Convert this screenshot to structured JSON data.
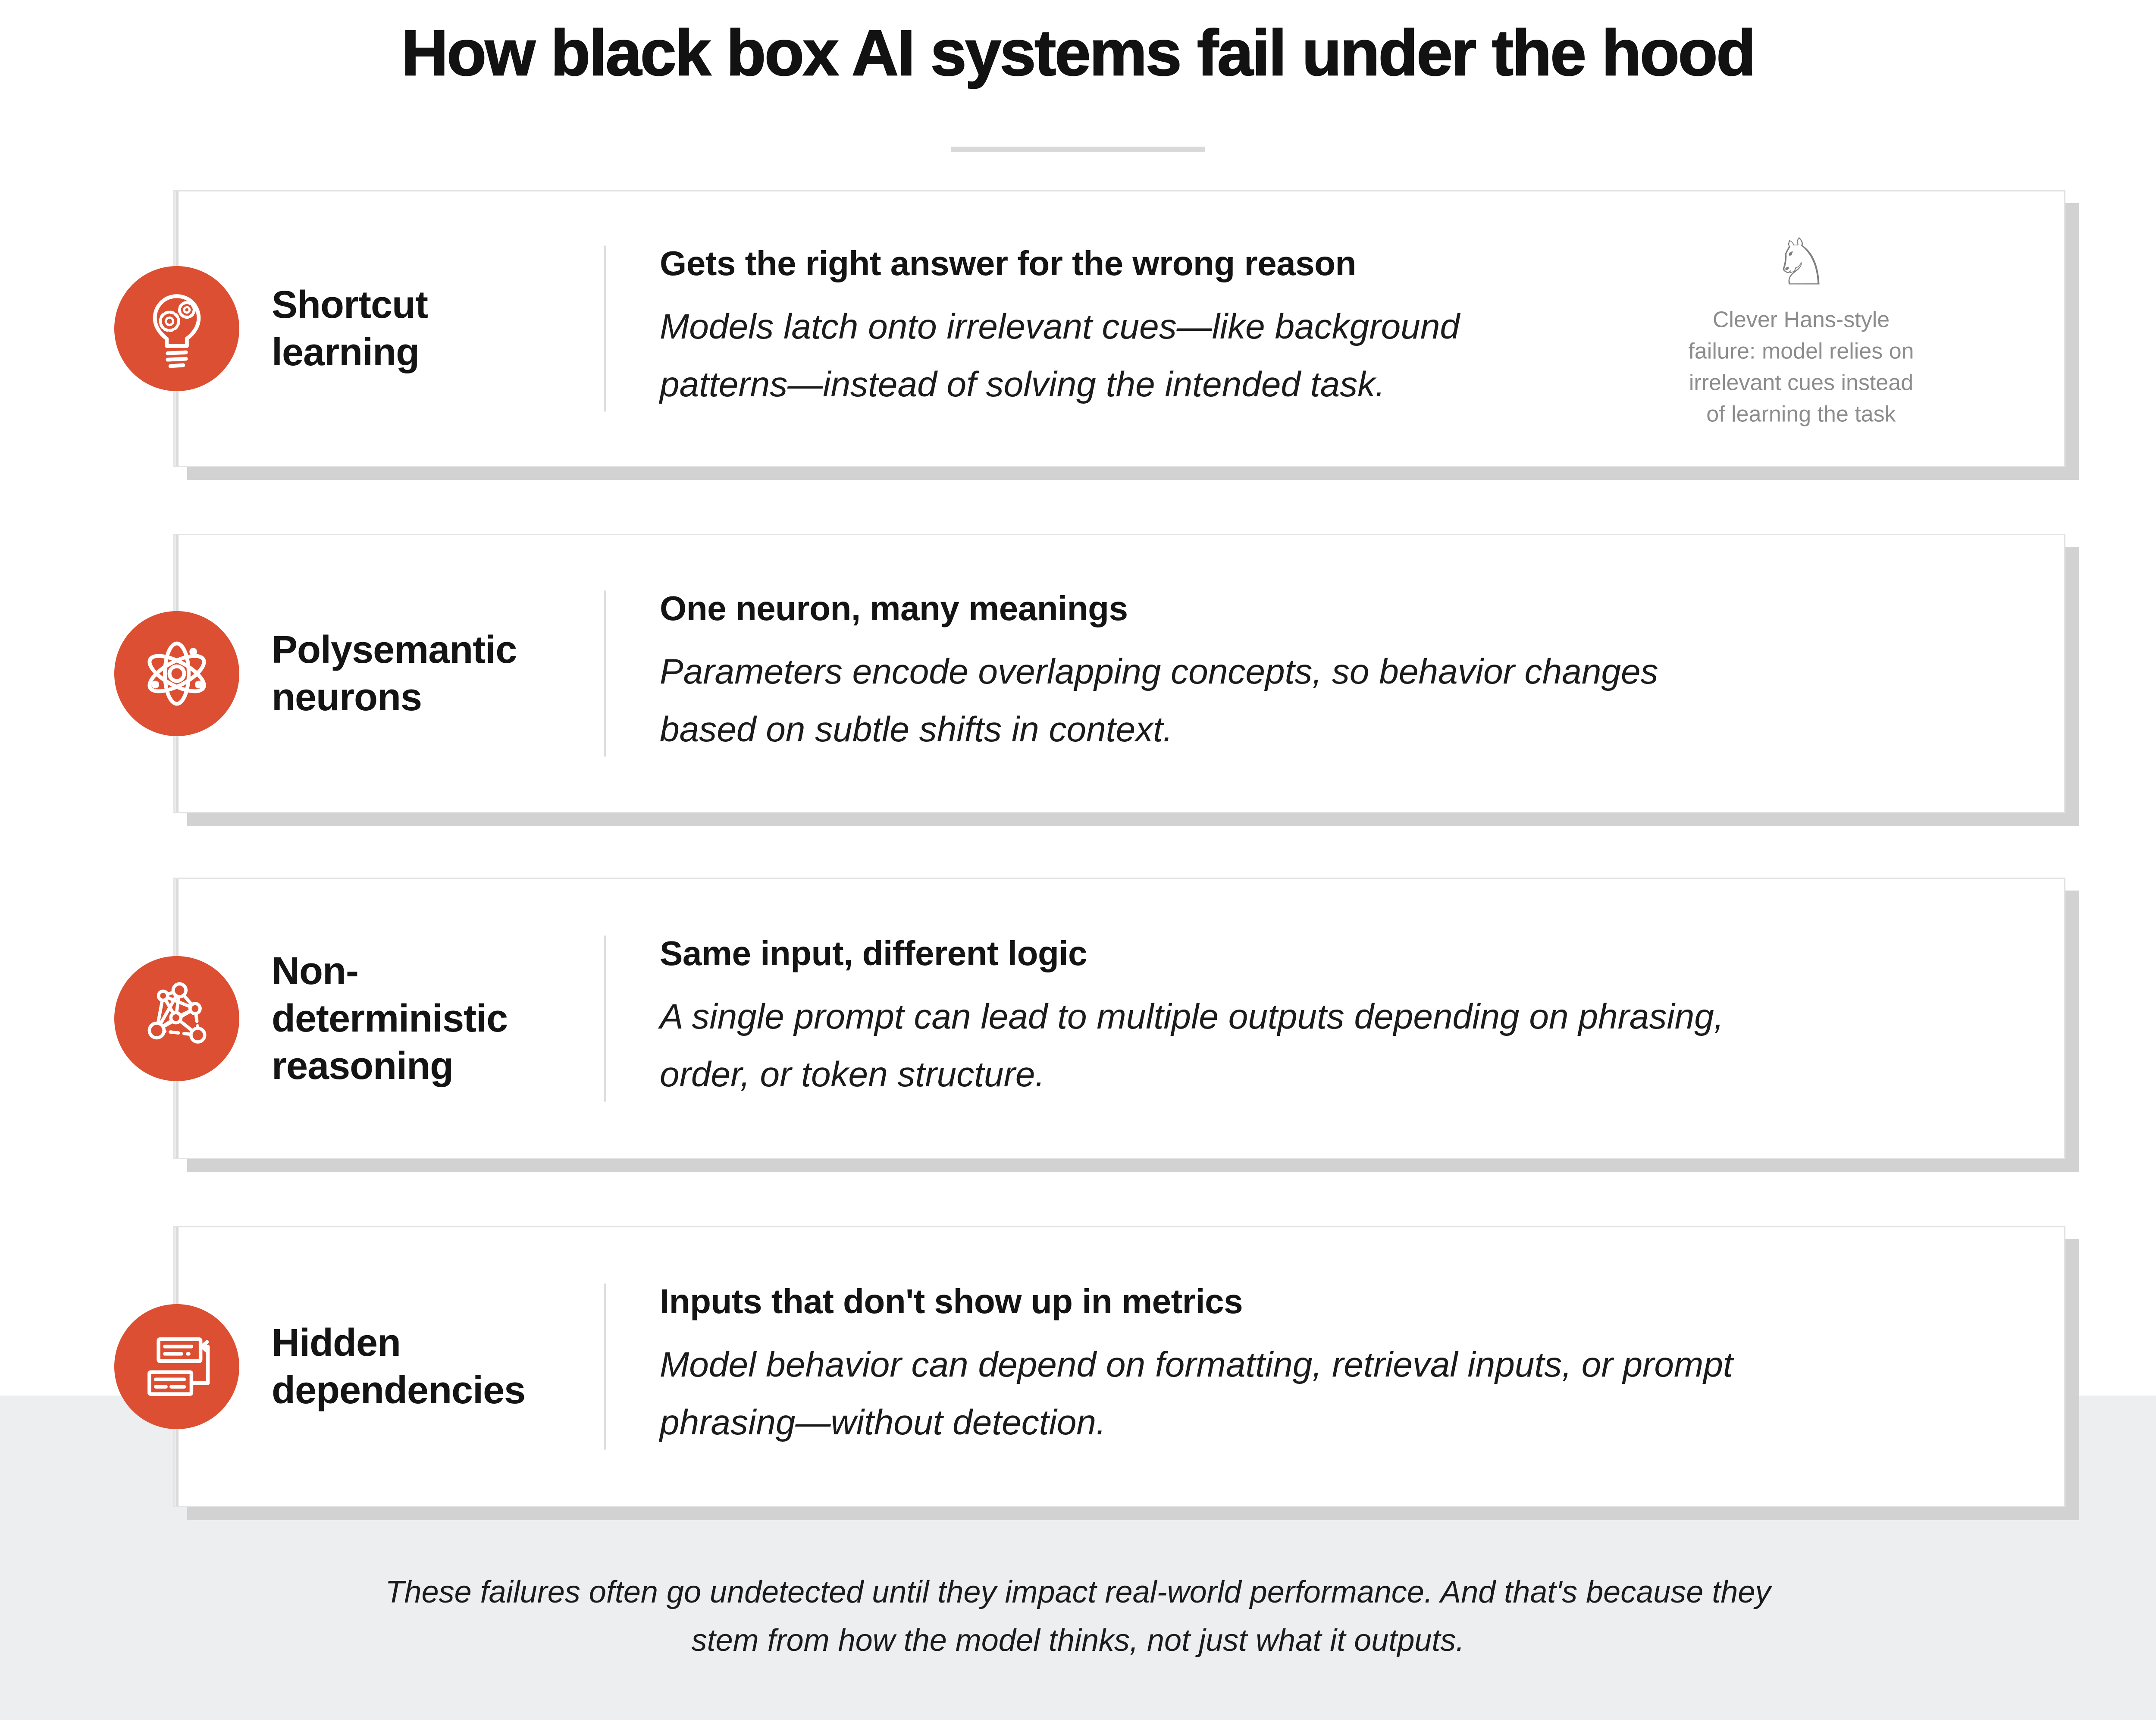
{
  "page": {
    "title": "How black box AI systems fail under the hood",
    "footer": "These failures often go undetected until they impact real-world performance. And that's because they\nstem from how the model thinks, not just what it outputs."
  },
  "colors": {
    "accent_orange": "#DD4F32",
    "footer_band_gray": "#ECEEF0",
    "card_border_gray": "#E3E3E3",
    "card_shadow_gray": "#D2D2D2",
    "note_text_gray": "#8C8C8C",
    "text_black": "#141414"
  },
  "cards": [
    {
      "id": "shortcut-learning",
      "icon": "lightbulb-gears-icon",
      "label": "Shortcut\nlearning",
      "heading": "Gets the right answer for the wrong reason",
      "body": "Models latch onto irrelevant cues—like background\npatterns—instead of solving the intended task.",
      "note": {
        "icon": "chess-knight-icon",
        "glyph": "♘",
        "text": "Clever Hans-style\nfailure: model relies on\nirrelevant cues instead\nof learning the task"
      }
    },
    {
      "id": "polysemantic-neurons",
      "icon": "atom-icon",
      "label": "Polysemantic\nneurons",
      "heading": "One neuron, many meanings",
      "body": "Parameters encode overlapping concepts, so behavior changes\nbased on subtle shifts in context."
    },
    {
      "id": "non-deterministic-reasoning",
      "icon": "network-icon",
      "label": "Non-\ndeterministic\nreasoning",
      "heading": "Same input, different logic",
      "body": "A single prompt can lead to multiple outputs depending on phrasing,\norder, or token structure."
    },
    {
      "id": "hidden-dependencies",
      "icon": "documents-cycle-icon",
      "label": "Hidden\ndependencies",
      "heading": "Inputs that don't show up in metrics",
      "body": "Model behavior can depend on formatting, retrieval inputs, or prompt\nphrasing—without detection."
    }
  ]
}
